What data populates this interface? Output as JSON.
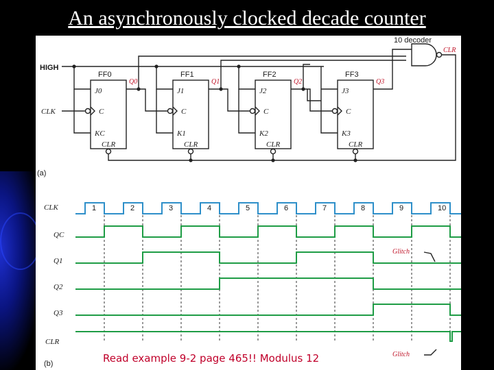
{
  "title": "An asynchronously clocked decade counter",
  "note": "Read example 9-2 page 465!! Modulus 12",
  "colors": {
    "clock_wave": "#2e8fc9",
    "q_wave": "#1e9c45",
    "glitch_label": "#c0162a"
  },
  "circuit": {
    "decoder_label": "10 decoder",
    "high_label": "HIGH",
    "clk_label": "CLK",
    "part_label": "(a)",
    "flip_flops": [
      {
        "name": "FF0",
        "j": "J0",
        "k": "KC",
        "c": "C",
        "clr": "CLR",
        "q": "Q0"
      },
      {
        "name": "FF1",
        "j": "J1",
        "k": "K1",
        "c": "C",
        "clr": "CLR",
        "q": "Q1"
      },
      {
        "name": "FF2",
        "j": "J2",
        "k": "K2",
        "c": "C",
        "clr": "CLR",
        "q": "Q2"
      },
      {
        "name": "FF3",
        "j": "J3",
        "k": "K3",
        "c": "C",
        "clr": "CLR",
        "q": "Q3"
      }
    ],
    "decoder_output": "CLR"
  },
  "timing": {
    "part_label": "(b)",
    "signals": [
      "CLK",
      "QC",
      "Q1",
      "Q2",
      "Q3",
      "CLR"
    ],
    "clock_pulses": [
      "1",
      "2",
      "3",
      "4",
      "5",
      "6",
      "7",
      "8",
      "9",
      "10"
    ],
    "q0_levels": [
      1,
      0,
      1,
      0,
      1,
      0,
      1,
      0,
      1,
      0
    ],
    "q1_levels": [
      0,
      1,
      1,
      0,
      0,
      1,
      1,
      0,
      0,
      0
    ],
    "q2_levels": [
      0,
      0,
      0,
      1,
      1,
      1,
      1,
      0,
      0,
      0
    ],
    "q3_levels": [
      0,
      0,
      0,
      0,
      0,
      0,
      0,
      1,
      1,
      0
    ],
    "glitch_labels": [
      "Glitch",
      "Glitch"
    ]
  }
}
